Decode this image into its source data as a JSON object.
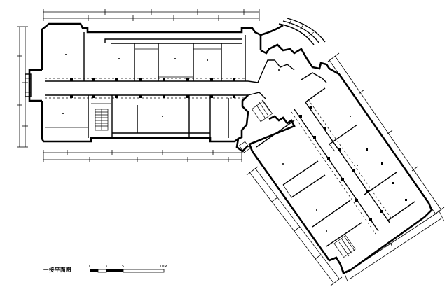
{
  "drawing": {
    "title": "一接平面图",
    "scale_labels": [
      "0",
      "3",
      "5",
      "10M"
    ]
  }
}
